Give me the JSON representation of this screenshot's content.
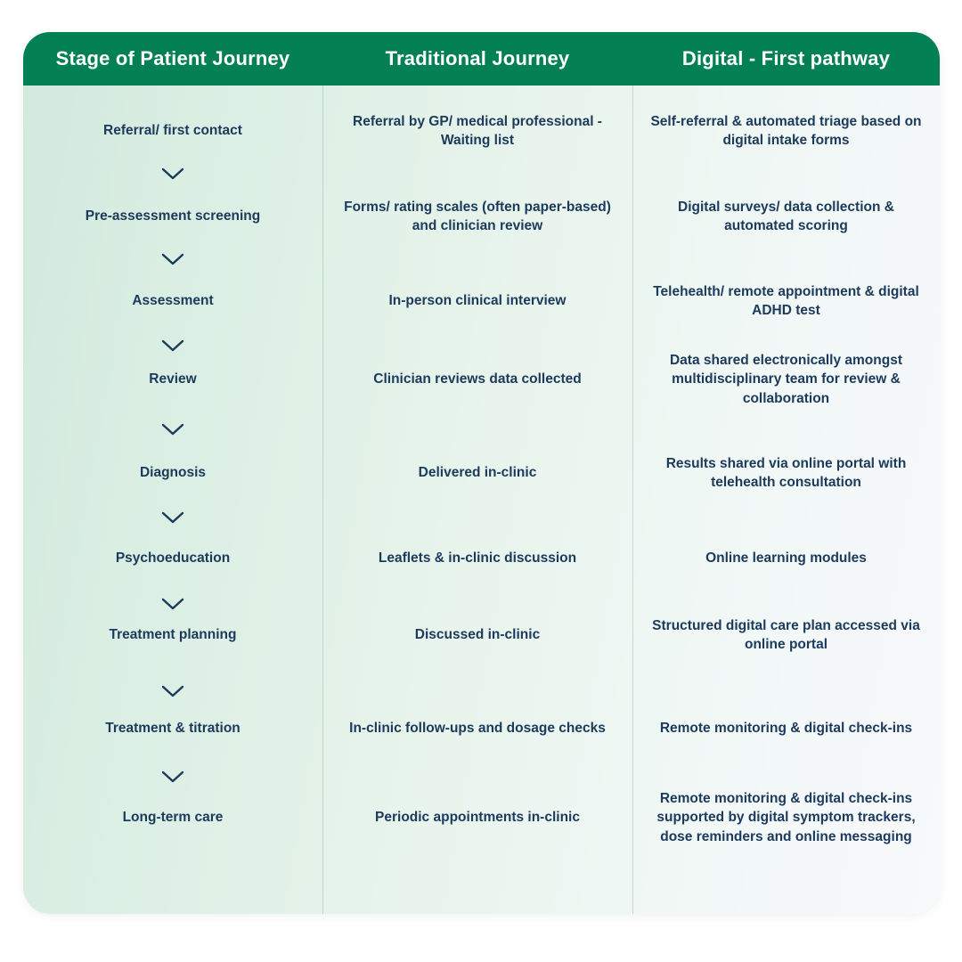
{
  "table": {
    "headers": {
      "stage": "Stage of Patient Journey",
      "traditional": "Traditional Journey",
      "digital": "Digital - First pathway"
    },
    "colors": {
      "header_green": "#048055",
      "text_navy": "#1b3a5c",
      "gradient_start": "#d3e9dd",
      "gradient_end": "#f7f9fb",
      "divider": "#9dbcb2"
    },
    "icons": {
      "step_connector": "chevron-down-icon"
    },
    "rows": [
      {
        "stage": "Referral/ first contact",
        "traditional": "Referral by GP/ medical professional - Waiting list",
        "digital": "Self-referral & automated triage based on digital intake forms"
      },
      {
        "stage": "Pre-assessment screening",
        "traditional": "Forms/ rating scales (often paper-based) and clinician review",
        "digital": "Digital surveys/ data collection & automated scoring"
      },
      {
        "stage": "Assessment",
        "traditional": "In-person clinical interview",
        "digital": "Telehealth/ remote appointment & digital ADHD test"
      },
      {
        "stage": "Review",
        "traditional": "Clinician reviews data collected",
        "digital": "Data shared electronically amongst multidisciplinary team for review & collaboration"
      },
      {
        "stage": "Diagnosis",
        "traditional": "Delivered in-clinic",
        "digital": "Results shared via online portal with telehealth consultation"
      },
      {
        "stage": "Psychoeducation",
        "traditional": "Leaflets & in-clinic discussion",
        "digital": "Online learning modules"
      },
      {
        "stage": "Treatment planning",
        "traditional": "Discussed in-clinic",
        "digital": "Structured digital care plan accessed via online portal"
      },
      {
        "stage": "Treatment & titration",
        "traditional": "In-clinic follow-ups and dosage checks",
        "digital": "Remote monitoring & digital check-ins"
      },
      {
        "stage": "Long-term care",
        "traditional": "Periodic appointments in-clinic",
        "digital": "Remote monitoring & digital check-ins supported by digital symptom trackers, dose reminders and online messaging"
      }
    ]
  }
}
